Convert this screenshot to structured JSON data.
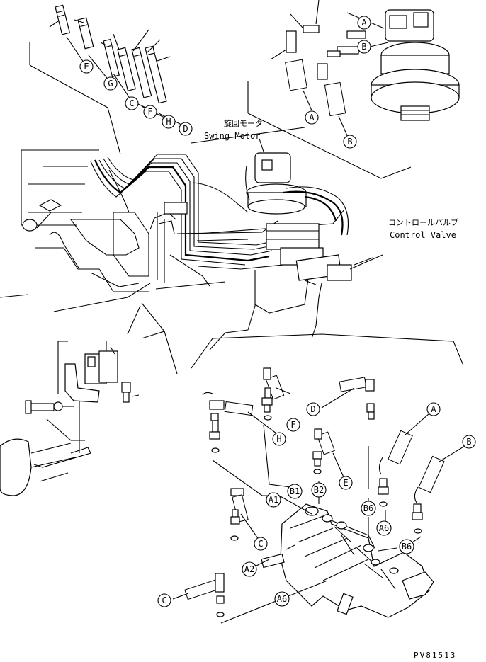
{
  "labels": {
    "swing_motor_jp": "旋回モータ",
    "swing_motor_en": "Swing Motor",
    "control_valve_jp": "コントロールバルブ",
    "control_valve_en": "Control Valve",
    "drawing_code": "PV81513"
  },
  "callouts": {
    "top_hoses": [
      "E",
      "G",
      "C",
      "F",
      "H",
      "D"
    ],
    "swing_side": [
      "A",
      "B",
      "A",
      "B"
    ],
    "valve_upper": [
      "F",
      "D",
      "A",
      "H",
      "E",
      "B"
    ],
    "valve_ports": [
      "A1",
      "B1",
      "B2",
      "B6",
      "A6",
      "B6",
      "A2",
      "A6"
    ],
    "valve_lower": [
      "C",
      "C"
    ]
  }
}
